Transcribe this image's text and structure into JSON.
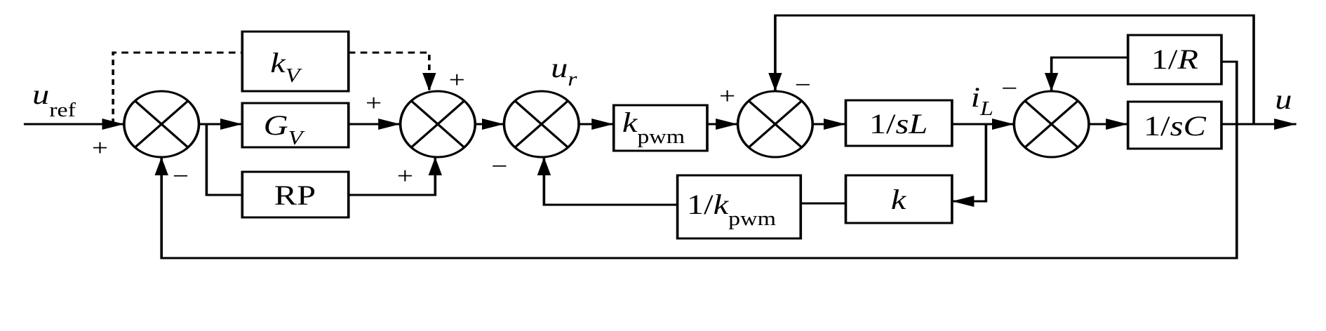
{
  "blocks": {
    "kv": {
      "main": "k",
      "sub": "V"
    },
    "gv": {
      "main": "G",
      "sub": "V"
    },
    "rp": {
      "main": "RP"
    },
    "kpwm": {
      "main": "k",
      "sub": "pwm"
    },
    "inv_sl": {
      "main": "1/",
      "var": "sL"
    },
    "inv_r": {
      "main": "1/",
      "var": "R"
    },
    "inv_sc": {
      "main": "1/",
      "var": "sC"
    },
    "inv_kpwm": {
      "main": "1/",
      "var": "k",
      "sub": "pwm"
    },
    "k": {
      "main": "k"
    }
  },
  "signals": {
    "uref": {
      "main": "u",
      "sub": "ref"
    },
    "ur": {
      "main": "u",
      "sub": "r"
    },
    "il": {
      "main": "i",
      "sub": "L"
    },
    "u": {
      "main": "u"
    }
  },
  "signs": {
    "plus": "+",
    "minus": "−"
  }
}
